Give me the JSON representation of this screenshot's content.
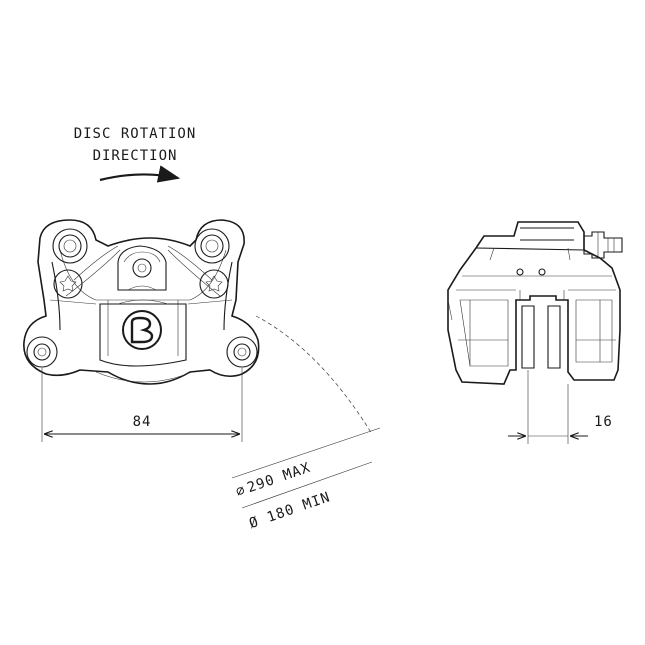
{
  "rotation_label": {
    "line1": "DISC ROTATION",
    "line2": "DIRECTION"
  },
  "dimensions": {
    "width": "84",
    "thickness": "16",
    "disc_max": "290 MAX",
    "disc_max_symbol": "⌀",
    "disc_min": "Ø 180 MIN"
  },
  "logo": "brembo-logo"
}
